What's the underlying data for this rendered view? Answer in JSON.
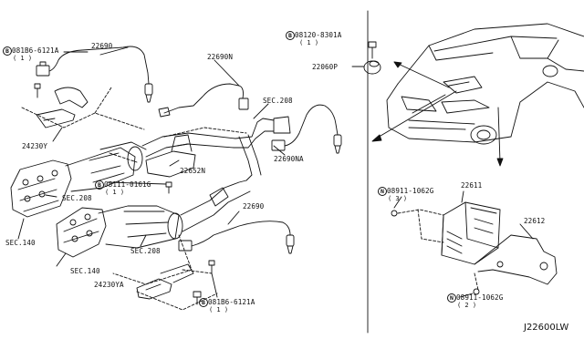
{
  "parts": {
    "p1": {
      "prefix": "B",
      "code": "081B6-6121A",
      "qty": "( 1 )"
    },
    "p2": {
      "code": "22690"
    },
    "p3": {
      "code": "22690N"
    },
    "p4": {
      "code": "SEC.208"
    },
    "p5": {
      "code": "24230Y"
    },
    "p6": {
      "code": "22652N"
    },
    "p7": {
      "code": "22690NA"
    },
    "p8": {
      "prefix": "B",
      "code": "08111-0161G",
      "qty": "( 1 )"
    },
    "p9": {
      "code": "SEC.208"
    },
    "p10": {
      "code": "SEC.140"
    },
    "p11": {
      "code": "22690"
    },
    "p12": {
      "code": "SEC.208"
    },
    "p13": {
      "code": "SEC.140"
    },
    "p14": {
      "code": "24230YA"
    },
    "p15": {
      "prefix": "B",
      "code": "081B6-6121A",
      "qty": "( 1 )"
    },
    "p16": {
      "prefix": "B",
      "code": "08120-8301A",
      "qty": "( 1 )"
    },
    "p17": {
      "code": "22060P"
    },
    "p18": {
      "prefix": "N",
      "code": "08911-1062G",
      "qty": "( 3 )"
    },
    "p19": {
      "code": "22611"
    },
    "p20": {
      "code": "22612"
    },
    "p21": {
      "prefix": "N",
      "code": "08911-1062G",
      "qty": "( 2 )"
    }
  },
  "diagram_ref": "J22600LW"
}
